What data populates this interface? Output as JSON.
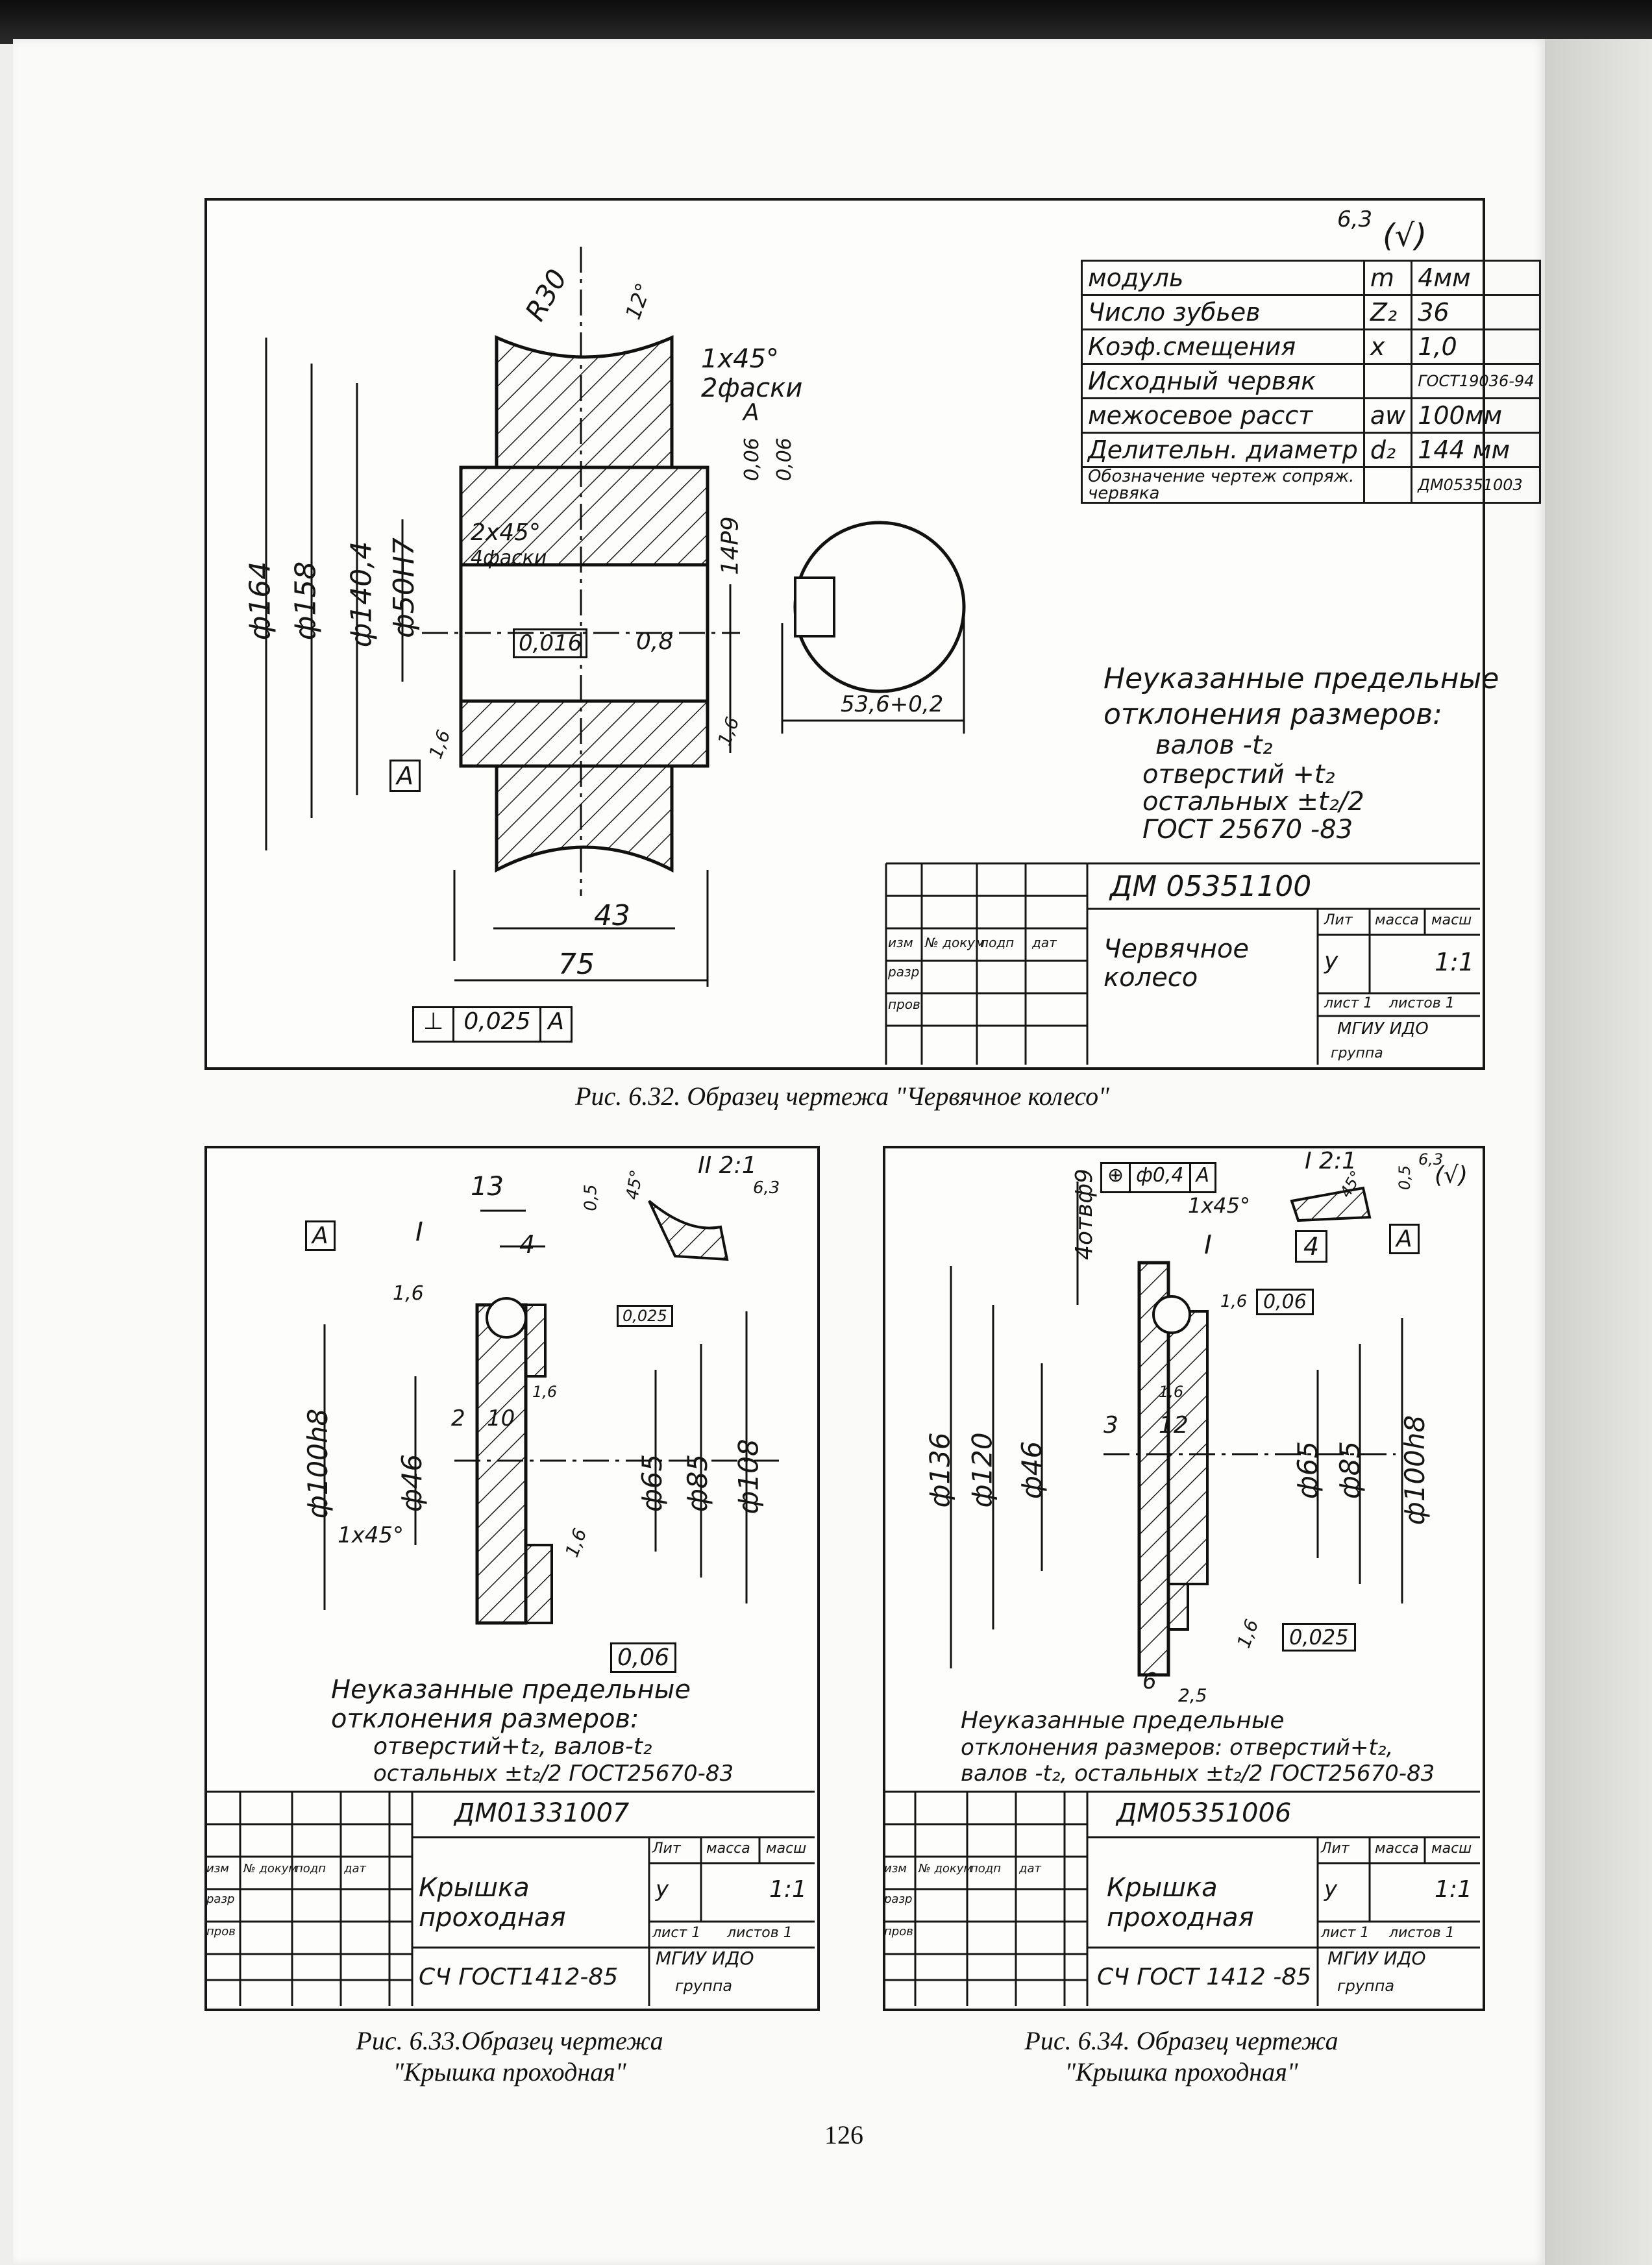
{
  "page_number": "126",
  "fig32": {
    "caption": "Рис. 6.32. Образец чертежа \"Червячное колесо\"",
    "roughness": "6,3",
    "roughness_rest": "(√)",
    "params": [
      {
        "name": "модуль",
        "sym": "m",
        "val": "4мм"
      },
      {
        "name": "Число зубьев",
        "sym": "Z₂",
        "val": "36"
      },
      {
        "name": "Коэф.смещения",
        "sym": "x",
        "val": "1,0"
      },
      {
        "name": "Исходный червяк",
        "sym": "",
        "val": "ГОСТ19036-94"
      },
      {
        "name": "межосевое расст",
        "sym": "aw",
        "val": "100мм"
      },
      {
        "name": "Делительн. диаметр",
        "sym": "d₂",
        "val": "144 мм"
      },
      {
        "name": "Обозначение чертеж сопряж. червяка",
        "sym": "",
        "val": "ДМ05351003"
      }
    ],
    "dims": {
      "d164": "ф164",
      "d158": "ф158",
      "d140": "ф140,4",
      "d50": "ф50Н7",
      "r30": "R30",
      "chamfer1": "1х45°",
      "chamfer1b": "2фаски",
      "chamfer2": "2х45°",
      "chamfer2b": "4фаски",
      "width": "14Р9",
      "keyway": "53,6+0,2",
      "l43": "43",
      "l75": "75",
      "ang": "12°",
      "tol1": "0,06",
      "tol2": "0,06",
      "datumA": "А",
      "runout": "0,016",
      "rough08": "0,8",
      "rough16a": "1,6",
      "rough16b": "1,6",
      "perp": "⊥",
      "perpval": "0,025",
      "perpdatum": "А"
    },
    "notes": [
      "Неуказанные предельные",
      "отклонения размеров:",
      "валов -t₂",
      "отверстий +t₂",
      "остальных ±t₂/2",
      "ГОСТ 25670 -83"
    ],
    "title_block": {
      "code": "ДМ 05351100",
      "name": "Червячное колесо",
      "lit": "Лит",
      "mass": "масса",
      "scale_h": "масш",
      "lit_v": "у",
      "scale": "1:1",
      "sheet": "лист 1",
      "sheets": "листов 1",
      "org": "МГИУ ИДО",
      "group": "группа",
      "rows": [
        "изм",
        "№ докум",
        "подп",
        "дат",
        "разр",
        "пров"
      ]
    }
  },
  "fig33": {
    "caption1": "Рис. 6.33.Образец чертежа",
    "caption2": "\"Крышка проходная\"",
    "detail": "II 2:1",
    "roughness": "6,3",
    "dims": {
      "l13": "13",
      "l4": "4",
      "l2": "2",
      "l10": "10",
      "d100": "ф100h8",
      "d46": "ф46",
      "d65": "ф65",
      "d85": "ф85",
      "d108": "ф108",
      "ch": "1х45°",
      "r16": "1,6",
      "r16b": "1,6",
      "r16c": "1,6",
      "d05": "0,5",
      "a45": "45°",
      "tolp": "0,025",
      "tolpar": "0,06",
      "A": "А",
      "I": "I"
    },
    "notes": [
      "Неуказанные предельные",
      "отклонения размеров:",
      "отверстий+t₂, валов-t₂",
      "остальных ±t₂/2 ГОСТ25670-83"
    ],
    "title_block": {
      "code": "ДМ01331007",
      "name": "Крышка проходная",
      "material": "СЧ ГОСТ1412-85",
      "lit": "Лит",
      "mass": "масса",
      "scale_h": "масш",
      "lit_v": "у",
      "scale": "1:1",
      "sheet": "лист 1",
      "sheets": "листов 1",
      "org": "МГИУ ИДО",
      "group": "группа",
      "rows": [
        "изм",
        "№ докум",
        "подп",
        "дат",
        "разр",
        "пров"
      ]
    }
  },
  "fig34": {
    "caption1": "Рис. 6.34. Образец чертежа",
    "caption2": "\"Крышка проходная\"",
    "detail": "I 2:1",
    "roughness": "6,3",
    "roughness_rest": "(√)",
    "dims": {
      "holes": "4отвф9",
      "pos": "ф0,4",
      "posA": "А",
      "ch": "1х45°",
      "l4": "4",
      "l3": "3",
      "l12": "12",
      "l6": "6",
      "l25": "2,5",
      "d136": "ф136",
      "d120": "ф120",
      "d46": "ф46",
      "d65": "ф65",
      "d85": "ф85",
      "d100": "ф100h8",
      "par": "0,06",
      "perp": "0,025",
      "r16": "1,6",
      "r16b": "1,6",
      "r16c": "1,6",
      "d05": "0,5",
      "a45": "45°",
      "A": "А",
      "I": "I"
    },
    "notes": [
      "Неуказанные предельные",
      "отклонения размеров: отверстий+t₂,",
      "валов -t₂, остальных ±t₂/2 ГОСТ25670-83"
    ],
    "title_block": {
      "code": "ДМ05351006",
      "name": "Крышка проходная",
      "material": "СЧ ГОСТ 1412 -85",
      "lit": "Лит",
      "mass": "масса",
      "scale_h": "масш",
      "lit_v": "у",
      "scale": "1:1",
      "sheet": "лист 1",
      "sheets": "листов 1",
      "org": "МГИУ ИДО",
      "group": "группа",
      "rows": [
        "изм",
        "№ докум",
        "подп",
        "дат",
        "разр",
        "пров"
      ]
    }
  }
}
